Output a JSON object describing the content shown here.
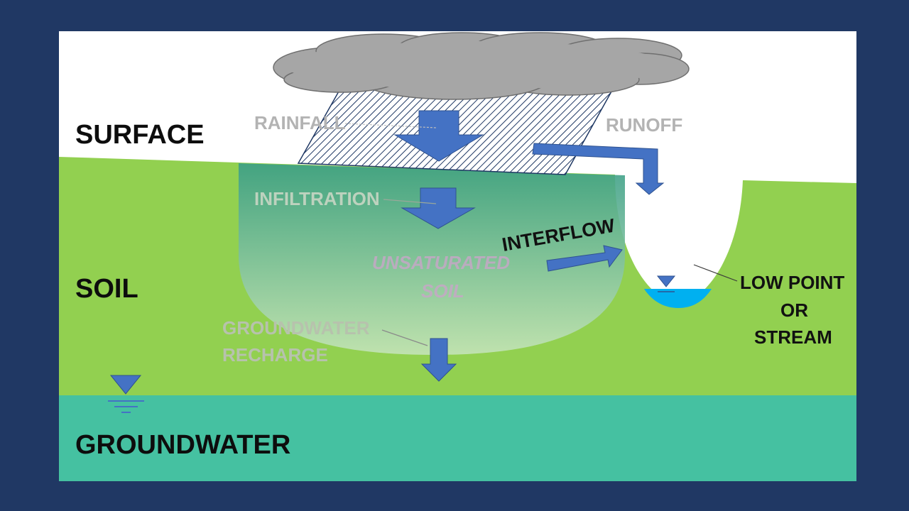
{
  "labels": {
    "surface": "SURFACE",
    "soil": "SOIL",
    "groundwater": "GROUNDWATER",
    "rainfall": "RAINFALL",
    "runoff": "RUNOFF",
    "infiltration": "INFILTRATION",
    "interflow": "INTERFLOW",
    "unsaturated_line1": "UNSATURATED",
    "unsaturated_line2": "SOIL",
    "recharge_line1": "GROUNDWATER",
    "recharge_line2": "RECHARGE",
    "low_point_line1": "LOW POINT",
    "low_point_line2": "OR",
    "low_point_line3": "STREAM"
  },
  "colors": {
    "frame": "#203864",
    "sky": "#ffffff",
    "soil": "#92d050",
    "groundwater": "#45c1a1",
    "arrow": "#4472c4",
    "stream_water": "#00b0f0",
    "cloud": "#a6a6a6",
    "rain_hatch": "#1f3864"
  }
}
